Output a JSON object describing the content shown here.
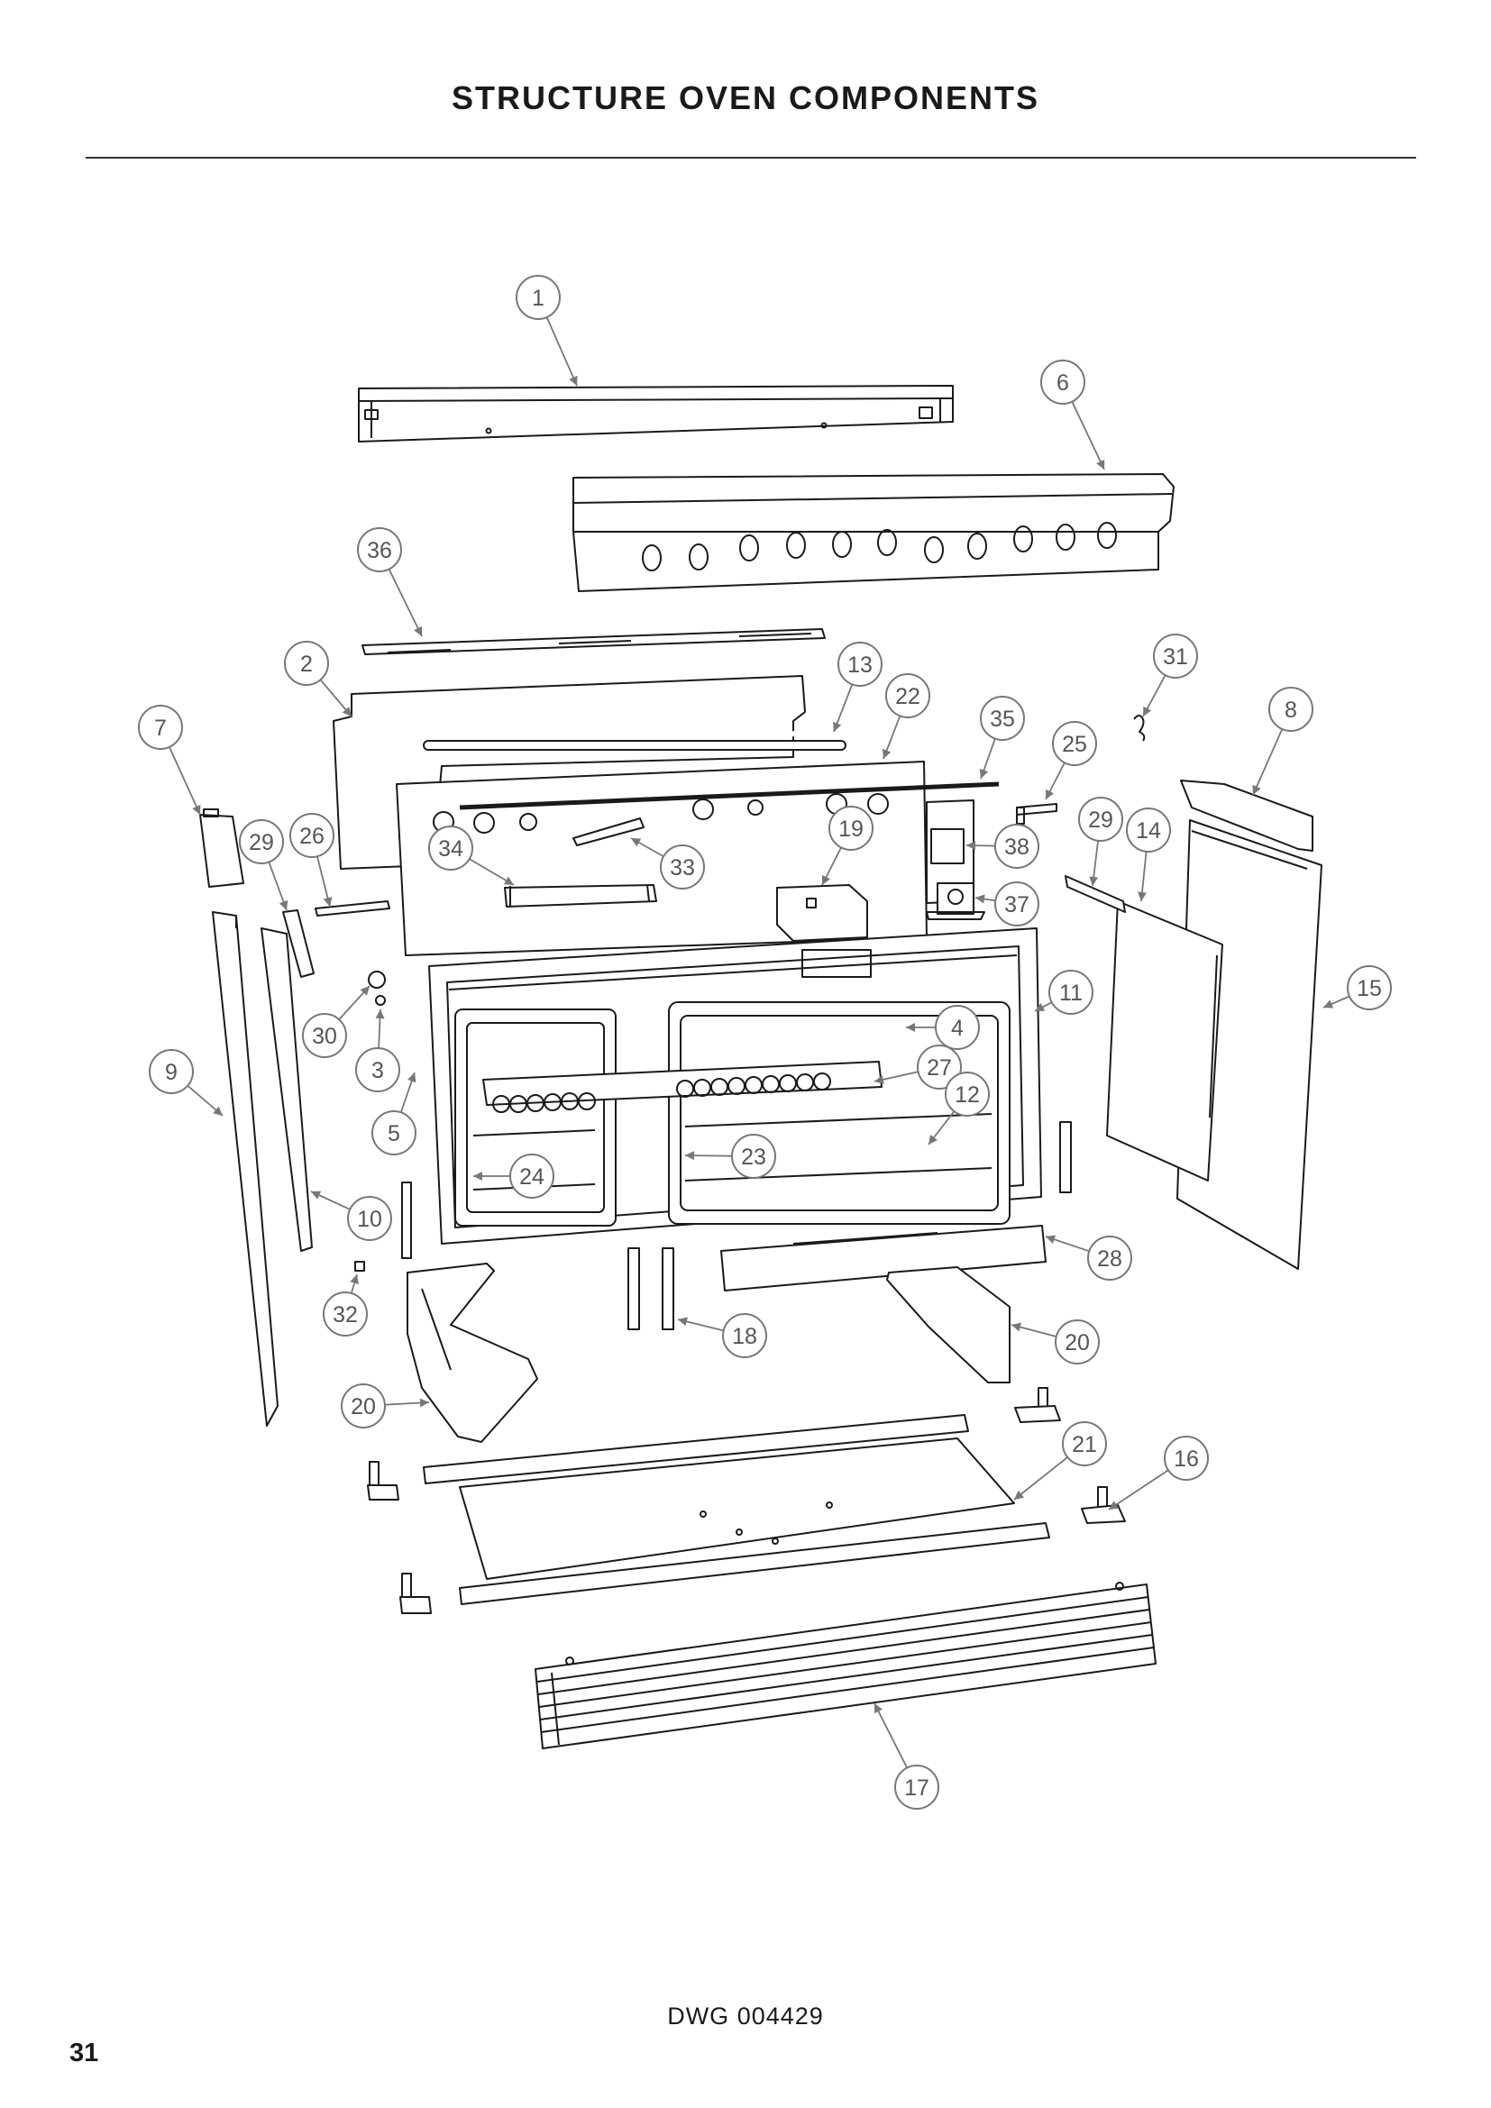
{
  "page": {
    "title": "STRUCTURE OVEN COMPONENTS",
    "drawing_number": "DWG 004429",
    "page_number": "31"
  },
  "callouts": [
    {
      "id": "c1",
      "label": "1"
    },
    {
      "id": "c6",
      "label": "6"
    },
    {
      "id": "c36",
      "label": "36"
    },
    {
      "id": "c2",
      "label": "2"
    },
    {
      "id": "c13",
      "label": "13"
    },
    {
      "id": "c22",
      "label": "22"
    },
    {
      "id": "c31",
      "label": "31"
    },
    {
      "id": "c8",
      "label": "8"
    },
    {
      "id": "c7",
      "label": "7"
    },
    {
      "id": "c35",
      "label": "35"
    },
    {
      "id": "c25",
      "label": "25"
    },
    {
      "id": "c29a",
      "label": "29"
    },
    {
      "id": "c26",
      "label": "26"
    },
    {
      "id": "c34",
      "label": "34"
    },
    {
      "id": "c33",
      "label": "33"
    },
    {
      "id": "c19",
      "label": "19"
    },
    {
      "id": "c38",
      "label": "38"
    },
    {
      "id": "c29b",
      "label": "29"
    },
    {
      "id": "c14",
      "label": "14"
    },
    {
      "id": "c37",
      "label": "37"
    },
    {
      "id": "c11",
      "label": "11"
    },
    {
      "id": "c15",
      "label": "15"
    },
    {
      "id": "c30",
      "label": "30"
    },
    {
      "id": "c9",
      "label": "9"
    },
    {
      "id": "c3",
      "label": "3"
    },
    {
      "id": "c4",
      "label": "4"
    },
    {
      "id": "c27",
      "label": "27"
    },
    {
      "id": "c12",
      "label": "12"
    },
    {
      "id": "c5",
      "label": "5"
    },
    {
      "id": "c23",
      "label": "23"
    },
    {
      "id": "c24",
      "label": "24"
    },
    {
      "id": "c10",
      "label": "10"
    },
    {
      "id": "c28",
      "label": "28"
    },
    {
      "id": "c32",
      "label": "32"
    },
    {
      "id": "c18",
      "label": "18"
    },
    {
      "id": "c20a",
      "label": "20"
    },
    {
      "id": "c20b",
      "label": "20"
    },
    {
      "id": "c21",
      "label": "21"
    },
    {
      "id": "c16",
      "label": "16"
    },
    {
      "id": "c17",
      "label": "17"
    }
  ],
  "colors": {
    "line": "#1a1a1a",
    "callout": "#777777",
    "callout_text": "#555555"
  }
}
